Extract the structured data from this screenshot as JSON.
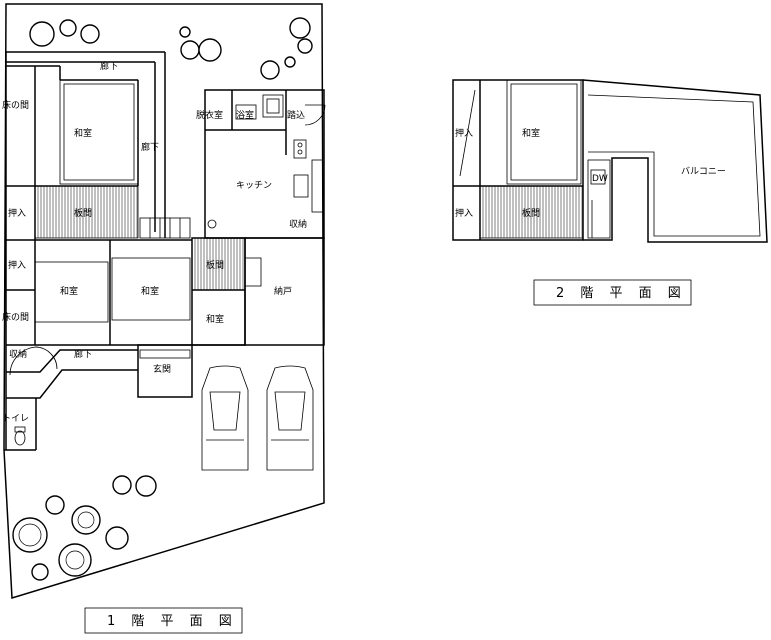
{
  "floor1": {
    "title": "1 階 平 面 図",
    "rooms": {
      "rouka_top": "廊下",
      "tokonoma_1": "床の間",
      "washitsu_1": "和室",
      "rouka_mid": "廊下",
      "oshiire_1": "押入",
      "itama_1": "板間",
      "datsuishitsu": "脱衣室",
      "yokushitsu": "浴室",
      "fumikomi": "踏込",
      "kitchen": "キッチン",
      "shuunou_kitchen": "収納",
      "oshiire_2": "押入",
      "washitsu_2": "和室",
      "tokonoma_2": "床の間",
      "washitsu_3": "和室",
      "itama_2": "板間",
      "washitsu_4": "和室",
      "nando": "納戸",
      "shuunou_west": "収納",
      "rouka_bottom": "廊下",
      "genkan": "玄関",
      "toilet": "トイレ"
    }
  },
  "floor2": {
    "title": "2 階 平 面 図",
    "rooms": {
      "oshiire_1": "押入",
      "washitsu": "和室",
      "oshiire_2": "押入",
      "itama": "板間",
      "dw": "DW",
      "balcony": "バルコニー"
    }
  },
  "icons": [
    "tree-icon",
    "car-icon",
    "toilet-icon",
    "bathtub-icon",
    "sink-icon",
    "stove-icon",
    "stairs-icon",
    "door-swing-icon"
  ]
}
